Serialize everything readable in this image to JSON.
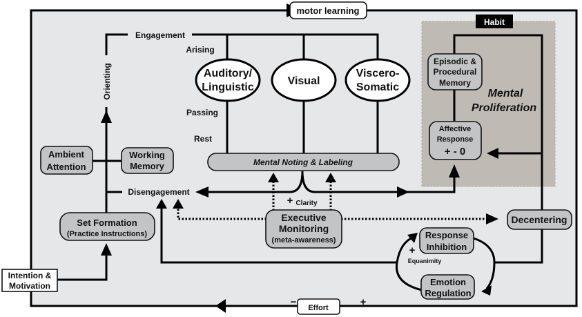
{
  "diagram": {
    "colors": {
      "background": "#e6e7e9",
      "box_fill": "#c3c4c6",
      "habit_region": "#bfbab4",
      "line": "#000000",
      "white_box": "#ffffff"
    },
    "top_label": "motor learning",
    "habit_label": "Habit",
    "engagement": "Engagement",
    "orienting": "Orienting",
    "disengagement": "Disengagement",
    "stages": {
      "arising": "Arising",
      "passing": "Passing",
      "rest": "Rest"
    },
    "modalities": [
      {
        "line1": "Auditory/",
        "line2": "Linguistic"
      },
      {
        "line1": "Visual",
        "line2": ""
      },
      {
        "line1": "Viscero-",
        "line2": "Somatic"
      }
    ],
    "mental_noting": "Mental Noting & Labeling",
    "ambient_attention": {
      "line1": "Ambient",
      "line2": "Attention"
    },
    "working_memory": {
      "line1": "Working",
      "line2": "Memory"
    },
    "set_formation": {
      "line1": "Set Formation",
      "line2": "(Practice Instructions)"
    },
    "intention": {
      "line1": "Intention &",
      "line2": "Motivation"
    },
    "executive": {
      "line1": "Executive",
      "line2": "Monitoring",
      "line3": "(meta-awareness)"
    },
    "clarity": {
      "sign": "+",
      "label": "Clarity"
    },
    "episodic": {
      "line1": "Episodic &",
      "line2": "Procedural",
      "line3": "Memory"
    },
    "mental_proliferation": {
      "line1": "Mental",
      "line2": "Proliferation"
    },
    "affective": {
      "line1": "Affective",
      "line2": "Response",
      "line3": "+ - 0"
    },
    "decentering": "Decentering",
    "response_inhibition": {
      "line1": "Response",
      "line2": "Inhibition"
    },
    "emotion_regulation": {
      "line1": "Emotion",
      "line2": "Regulation"
    },
    "equanimity": {
      "sign": "+",
      "label": "Equanimity"
    },
    "effort": {
      "label": "Effort",
      "minus": "−",
      "plus": "+"
    }
  }
}
